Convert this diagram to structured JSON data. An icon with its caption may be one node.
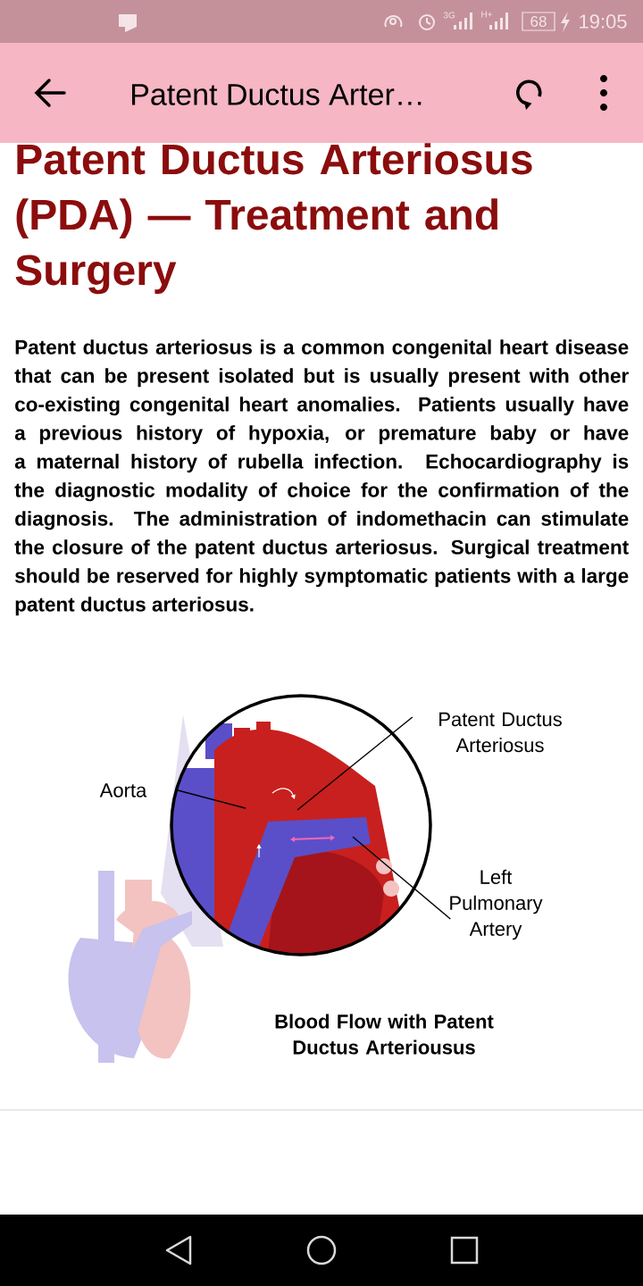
{
  "diagram": {
    "title": "Patent Ductus Arteriosus (PDA) — Treatment and Surgery",
    "caption": "Blood Flow with Patent Ductus Arteriousus",
    "nodes": [
      {
        "text": [
          "Aorta"
        ]
      },
      {
        "text": [
          "Patent Ductus Arteriosus"
        ]
      },
      {
        "text": [
          "Left Pulmonary Artery"
        ]
      }
    ],
    "edges": [
      {
        "from": 0,
        "to": null,
        "arrow": "none"
      },
      {
        "from": 1,
        "to": null,
        "arrow": "none"
      },
      {
        "from": 2,
        "to": null,
        "arrow": "none"
      }
    ],
    "labels": [
      "3G",
      "H+",
      "68",
      "19:05",
      "Patent Ductus Arter…",
      "Patent ductus arteriosus is a common congenital heart disease that can be present isolated but is usually present with other co-existing congenital heart anomalies. Patients usually have a previous history of hypoxia, or premature baby or have a maternal history of rubella infection. Echocardiography is the diagnostic modality of choice for the confirmation of the diagnosis. The administration of indomethacin can stimulate the closure of the patent ductus arteriosus. Surgical treatment should be reserved for highly symptomatic patients with a large patent ductus arteriosus."
    ]
  }
}
